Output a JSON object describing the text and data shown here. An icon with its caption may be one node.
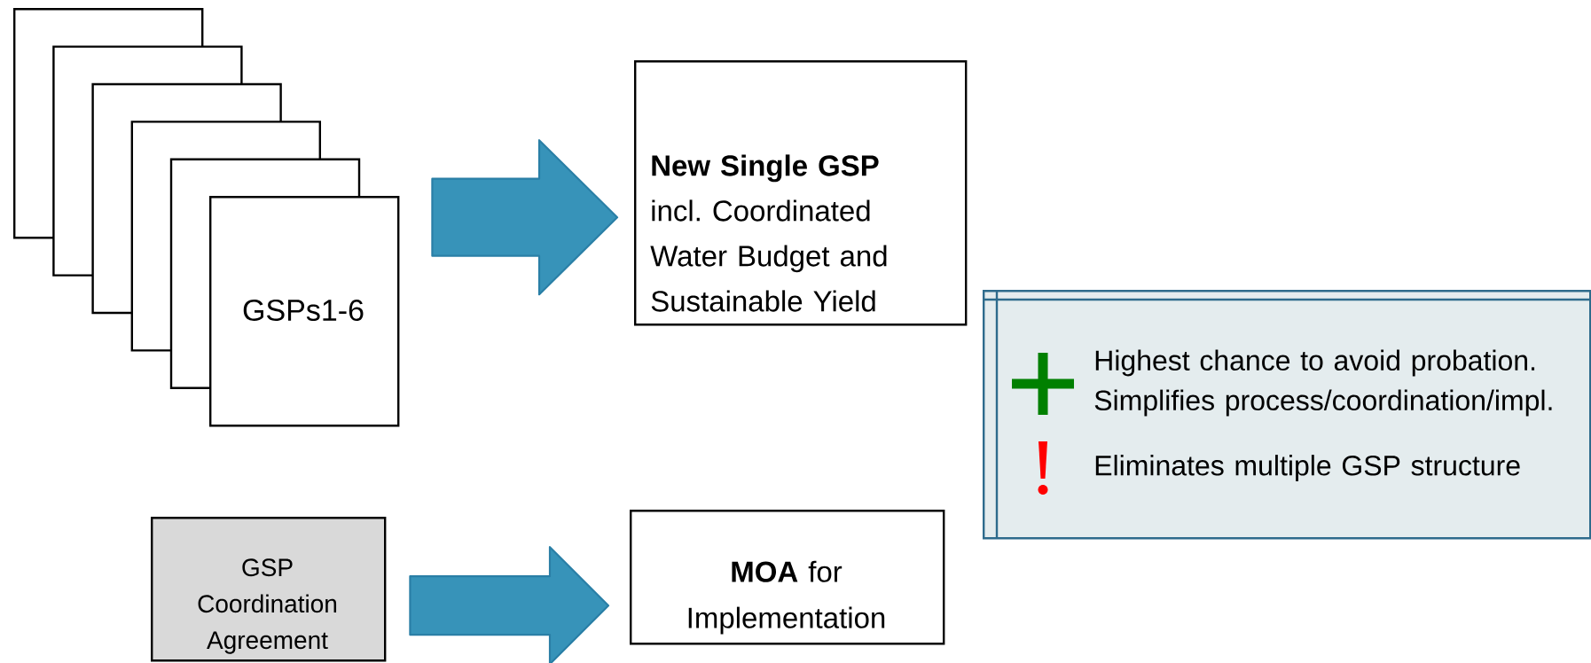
{
  "diagram": {
    "nodes": [
      {
        "text": [],
        "shape": "box"
      },
      {
        "text": [],
        "shape": "box"
      },
      {
        "text": [],
        "shape": "box"
      },
      {
        "text": [],
        "shape": "box"
      },
      {
        "text": [],
        "shape": "box"
      },
      {
        "text": [
          "GSPs1-6"
        ]
      },
      {
        "text": [
          "New Single GSP",
          "incl. Coordinated Water Budget and Sustainable Yield"
        ]
      },
      {
        "text": [
          "GSP Coordination Agreement"
        ]
      },
      {
        "text": [
          "**MOA** for Implementation"
        ]
      },
      {
        "text": [
          "Highest chance to avoid probation. Simplifies process/coordination/impl.",
          "Eliminates multiple GSP structure"
        ]
      }
    ],
    "edges": [
      {
        "from": 5,
        "to": 6,
        "arrow": "to"
      },
      {
        "from": 7,
        "to": 8,
        "arrow": "to"
      }
    ]
  }
}
